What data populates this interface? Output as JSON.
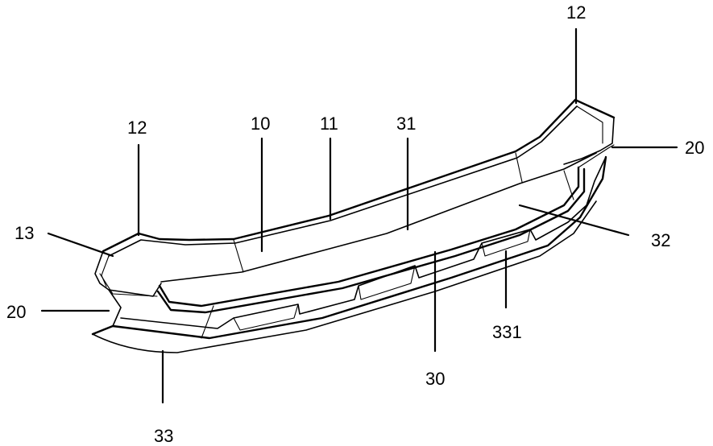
{
  "labels": {
    "ref_12_top": "12",
    "ref_12_left": "12",
    "ref_10": "10",
    "ref_11": "11",
    "ref_31": "31",
    "ref_20_right": "20",
    "ref_13": "13",
    "ref_32": "32",
    "ref_20_left": "20",
    "ref_331": "331",
    "ref_30": "30",
    "ref_33": "33"
  }
}
